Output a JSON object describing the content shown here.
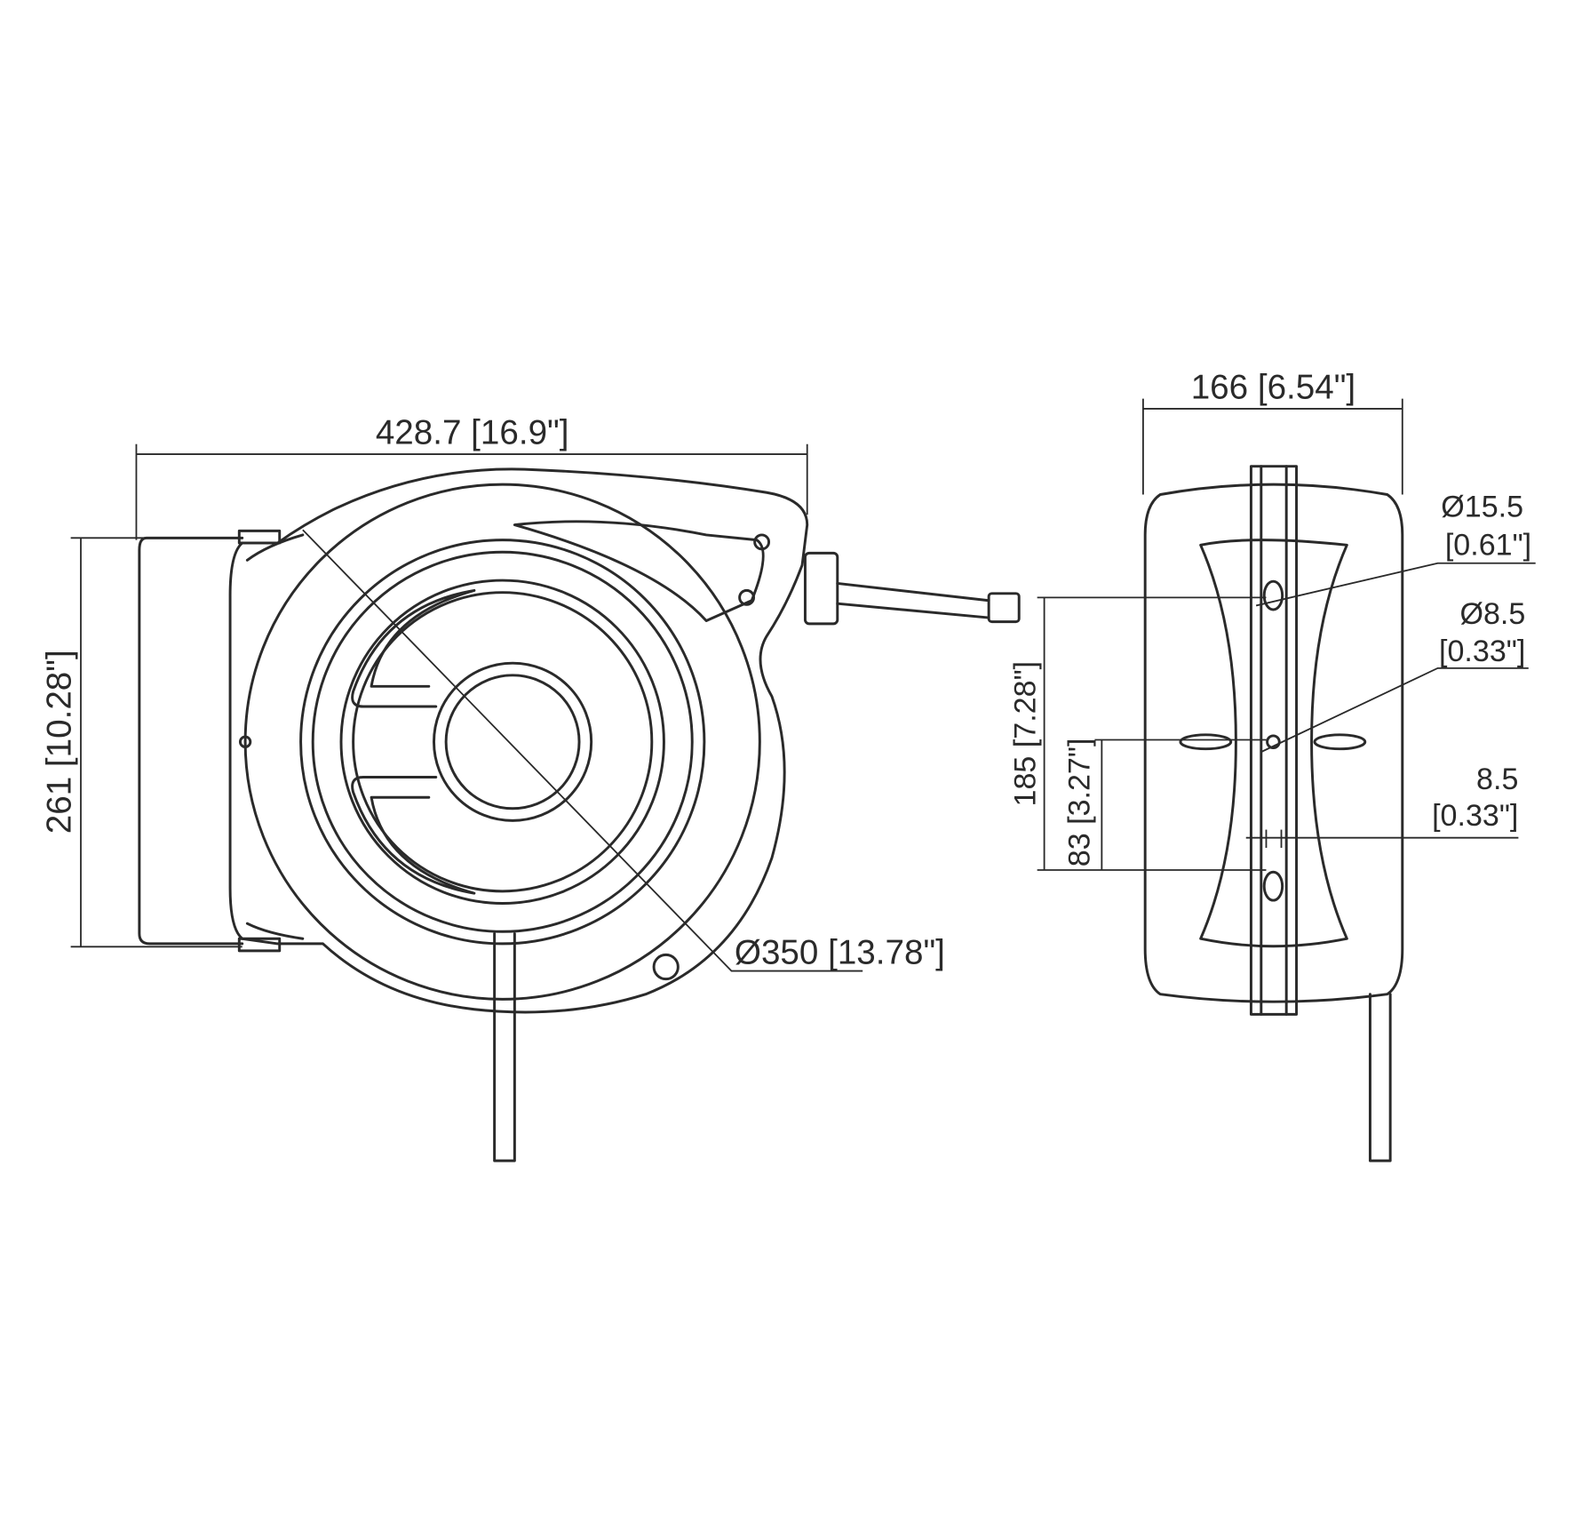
{
  "drawing": {
    "front_view": {
      "width_dim": "428.7 [16.9\"]",
      "height_dim": "261 [10.28\"]",
      "diameter_dim": "Ø350 [13.78\"]"
    },
    "side_view": {
      "depth_dim": "166 [6.54\"]",
      "hole_large": {
        "line1": "Ø15.5",
        "line2": "[0.61\"]"
      },
      "hole_small": {
        "line1": "Ø8.5",
        "line2": "[0.33\"]"
      },
      "slot_offset": {
        "line1": "8.5",
        "line2": "[0.33\"]"
      },
      "mount_spacing_dim": "185 [7.28\"]",
      "mount_offset_dim": "83 [3.27\"]"
    }
  }
}
